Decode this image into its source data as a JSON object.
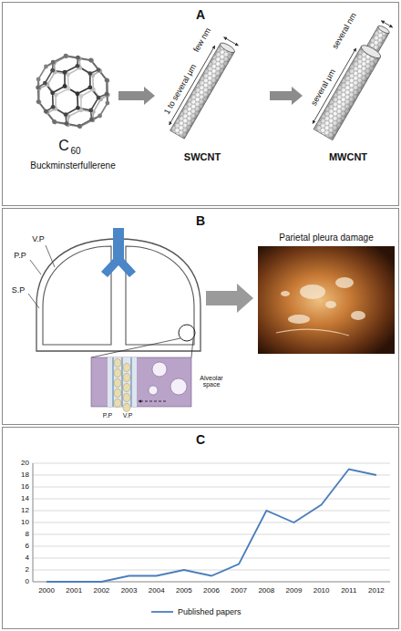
{
  "diagram": {
    "nodes": [
      {
        "text": [
          "A"
        ]
      },
      {
        "text": [
          "B"
        ]
      },
      {
        "text": [
          "Parietal pleura damage"
        ],
        "in": 1
      },
      {
        "text": [
          "C"
        ]
      }
    ],
    "labels": [
      "C",
      "60",
      "Buckminsterfullerene",
      "few nm",
      "1 to several μm",
      "SWCNT",
      "several nm",
      "several μm",
      "MWCNT",
      "V.P",
      "P.P",
      "S.P",
      "Alveolar space",
      "P.P",
      "V.P",
      "0",
      "2",
      "4",
      "6",
      "8",
      "10",
      "12",
      "14",
      "16",
      "18",
      "20",
      "2000",
      "2001",
      "2002",
      "2003",
      "2004",
      "2005",
      "2006",
      "2007",
      "2008",
      "2009",
      "2010",
      "2011",
      "2012"
    ],
    "legend": [
      {
        "text": "Published papers"
      }
    ]
  }
}
